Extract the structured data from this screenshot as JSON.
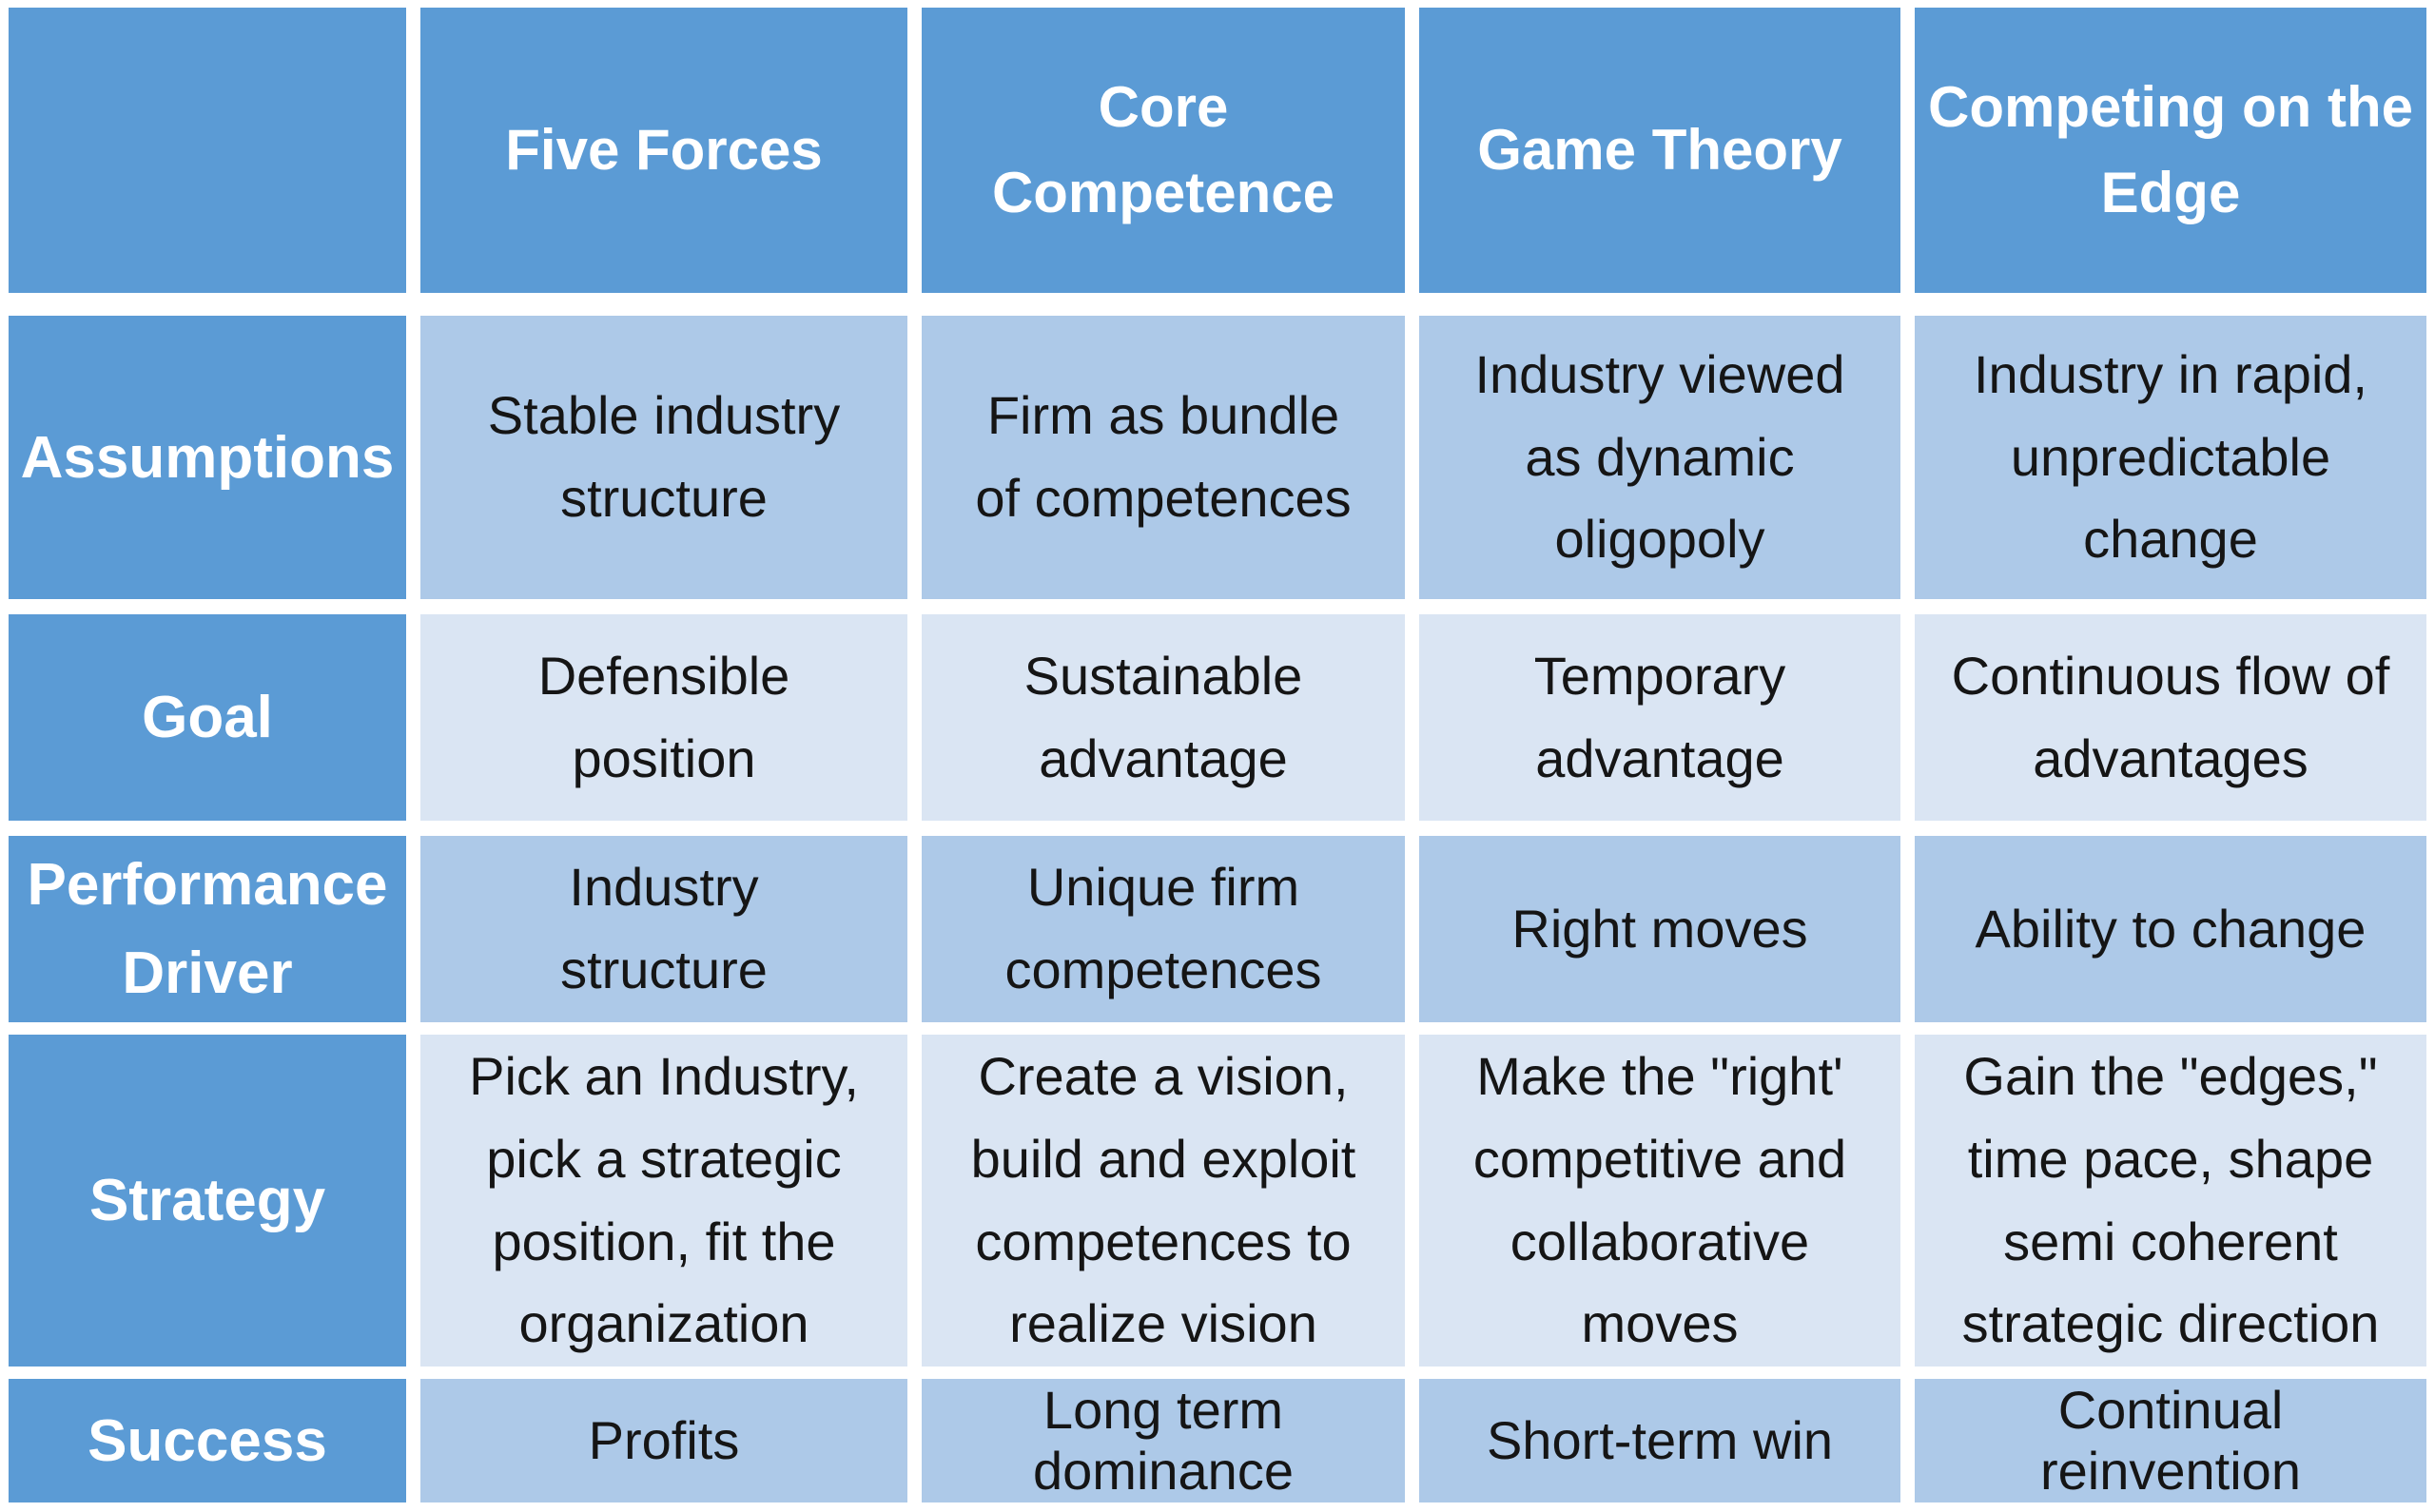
{
  "table": {
    "corner": "",
    "columns": [
      "Five Forces",
      "Core\nCompetence",
      "Game Theory",
      "Competing on the\nEdge"
    ],
    "rows": [
      {
        "label": "Assumptions",
        "cells": [
          "Stable industry\nstructure",
          "Firm as bundle\nof competences",
          "Industry viewed\nas dynamic\noligopoly",
          "Industry in rapid,\nunpredictable\nchange"
        ]
      },
      {
        "label": "Goal",
        "cells": [
          "Defensible\nposition",
          "Sustainable\nadvantage",
          "Temporary\nadvantage",
          "Continuous flow of\nadvantages"
        ]
      },
      {
        "label": "Performance\nDriver",
        "cells": [
          "Industry\nstructure",
          "Unique firm\ncompetences",
          "Right moves",
          "Ability to change"
        ]
      },
      {
        "label": "Strategy",
        "cells": [
          "Pick an Industry,\npick a strategic\nposition, fit the\norganization",
          "Create a vision,\nbuild and exploit\ncompetences to\nrealize vision",
          "Make the \"right'\ncompetitive and\ncollaborative\nmoves",
          "Gain the \"edges,\"\ntime pace, shape\nsemi coherent\nstrategic direction"
        ]
      },
      {
        "label": "Success",
        "cells": [
          "Profits",
          "Long term\ndominance",
          "Short-term win",
          "Continual\nreinvention"
        ]
      }
    ]
  },
  "colors": {
    "header_blue": "#5b9bd5",
    "band_medium": "#adc9e8",
    "band_light": "#dae5f3",
    "grid_white": "#ffffff",
    "text_dark": "#151515",
    "text_light": "#ffffff"
  }
}
